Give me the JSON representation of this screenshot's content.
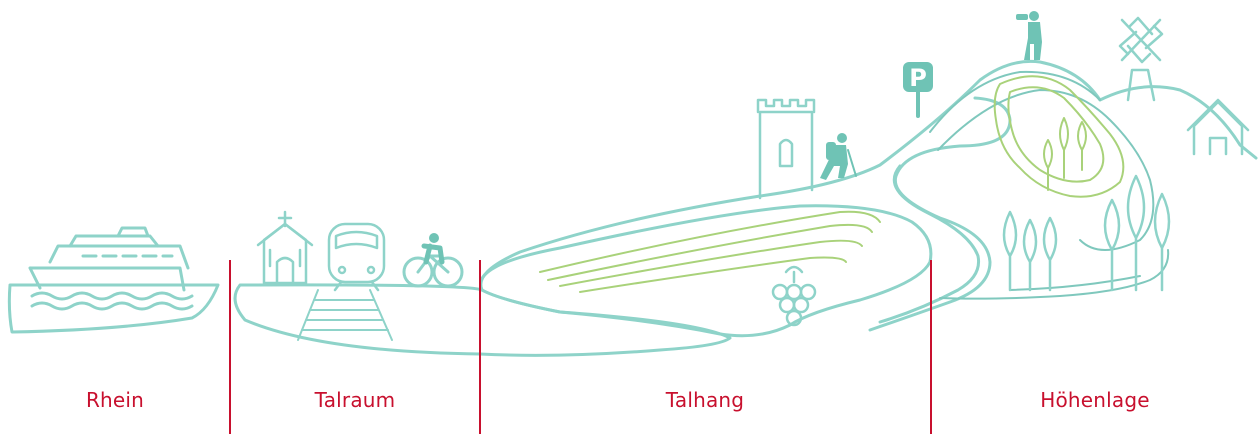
{
  "zones": [
    {
      "label": "Rhein"
    },
    {
      "label": "Talraum"
    },
    {
      "label": "Talhang"
    },
    {
      "label": "Höhenlage"
    }
  ],
  "signs": {
    "parking_letter": "P"
  },
  "colors": {
    "line": "#8ed3c9",
    "line_dark": "#7fc8bd",
    "vineyard": "#a9d27a",
    "icon_fill": "#6fc3b5",
    "label": "#c8102e",
    "divider": "#c8102e"
  },
  "icons": [
    "ship-icon",
    "church-icon",
    "train-icon",
    "cyclist-icon",
    "tower-icon",
    "hiker-icon",
    "parking-sign-icon",
    "binoculars-person-icon",
    "windmill-icon",
    "house-icon",
    "grapes-icon",
    "tree-icon"
  ]
}
